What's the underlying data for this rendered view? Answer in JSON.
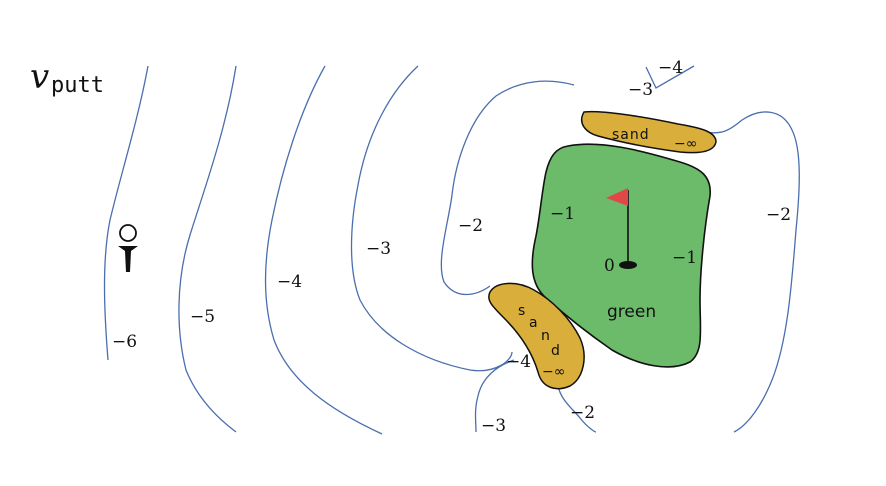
{
  "title": {
    "symbol": "v",
    "subscript": "putt"
  },
  "contour_labels": {
    "m6": "−6",
    "m5": "−5",
    "m4_left": "−4",
    "m3_left": "−3",
    "m2_left": "−2",
    "m1_left": "−1",
    "m1_right": "−1",
    "m2_right": "−2",
    "m3_top": "−3",
    "m4_top": "−4",
    "m4_bottom": "−4",
    "m3_bottom": "−3",
    "m2_bottom": "−2",
    "zero": "0"
  },
  "sand_top": {
    "label": "sand",
    "value": "−∞"
  },
  "sand_bottom": {
    "letters": [
      "s",
      "a",
      "n",
      "d"
    ],
    "value": "−∞"
  },
  "green": {
    "label": "green"
  },
  "colors": {
    "contour": "#4a6fae",
    "green": "#6bbb6b",
    "sand": "#d9ae3a",
    "flag": "#e04848"
  }
}
